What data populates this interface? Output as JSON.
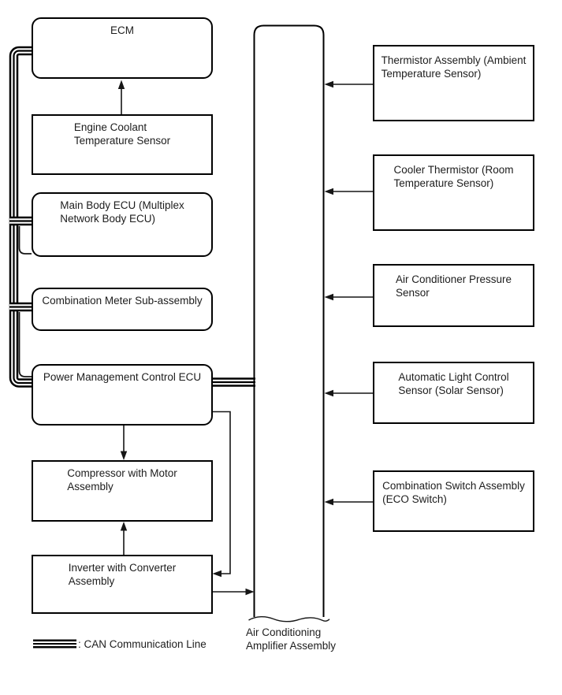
{
  "diagram": {
    "left_nodes": [
      {
        "id": "ecm",
        "lines": [
          "ECM"
        ]
      },
      {
        "id": "engine-coolant-temperature-sensor",
        "lines": [
          "Engine Coolant",
          "Temperature Sensor"
        ]
      },
      {
        "id": "main-body-ecu",
        "lines": [
          "Main Body ECU (Multiplex",
          "Network Body ECU)"
        ]
      },
      {
        "id": "combination-meter-sub-assembly",
        "lines": [
          "Combination Meter Sub-assembly"
        ]
      },
      {
        "id": "power-management-control-ecu",
        "lines": [
          "Power Management Control ECU"
        ]
      },
      {
        "id": "compressor-with-motor-assembly",
        "lines": [
          "Compressor with Motor",
          "Assembly"
        ]
      },
      {
        "id": "inverter-with-converter-assembly",
        "lines": [
          "Inverter with Converter",
          "Assembly"
        ]
      }
    ],
    "right_nodes": [
      {
        "id": "ambient-temperature-sensor",
        "lines": [
          "Thermistor Assembly (Ambient",
          "Temperature Sensor)"
        ]
      },
      {
        "id": "room-temperature-sensor",
        "lines": [
          "Cooler Thermistor (Room",
          "Temperature Sensor)"
        ]
      },
      {
        "id": "ac-pressure-sensor",
        "lines": [
          "Air Conditioner Pressure",
          "Sensor"
        ]
      },
      {
        "id": "solar-sensor",
        "lines": [
          "Automatic Light Control",
          "Sensor (Solar Sensor)"
        ]
      },
      {
        "id": "eco-switch",
        "lines": [
          "Combination Switch Assembly",
          "(ECO Switch)"
        ]
      }
    ],
    "amplifier": {
      "lines": [
        "Air Conditioning",
        "Amplifier Assembly"
      ]
    },
    "legend": {
      "label": ": CAN Communication Line"
    },
    "colors": {
      "line": "#000000",
      "text": "#1d1d1d",
      "background": "#ffffff"
    }
  }
}
